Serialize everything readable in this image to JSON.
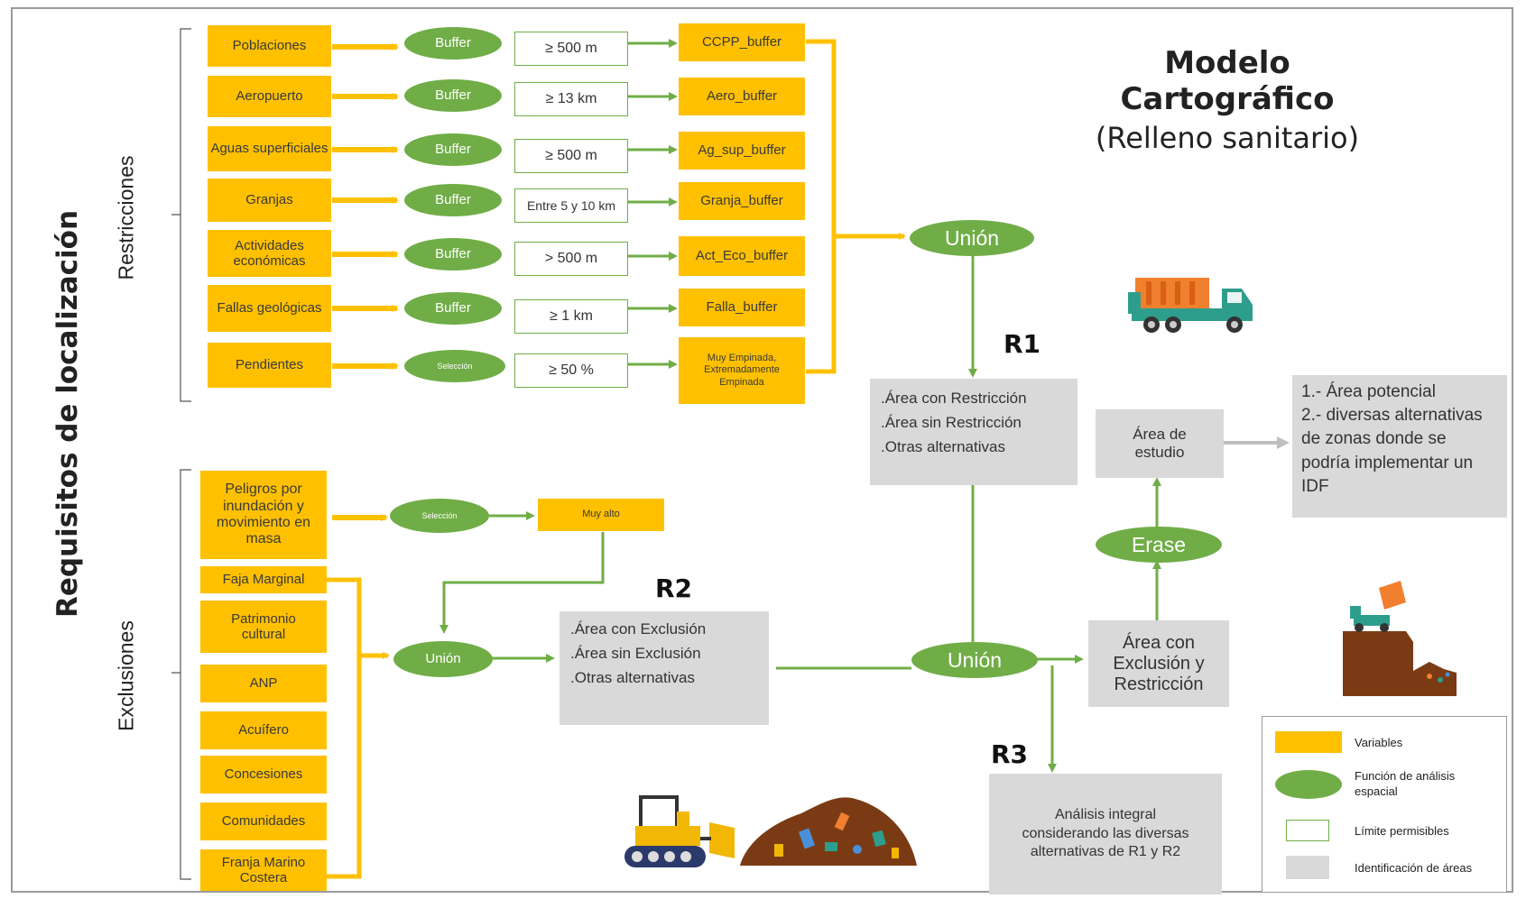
{
  "title": {
    "line1": "Modelo Cartográfico",
    "line2": "(Relleno sanitario)"
  },
  "side": {
    "main": "Requisitos de localización",
    "restricciones": "Restricciones",
    "exclusiones": "Exclusiones"
  },
  "restricciones": [
    {
      "variable": "Poblaciones",
      "function": "Buffer",
      "limit": "≥ 500 m",
      "output": "CCPP_buffer"
    },
    {
      "variable": "Aeropuerto",
      "function": "Buffer",
      "limit": "≥ 13 km",
      "output": "Aero_buffer"
    },
    {
      "variable": "Aguas superficiales",
      "function": "Buffer",
      "limit": "≥ 500 m",
      "output": "Ag_sup_buffer"
    },
    {
      "variable": "Granjas",
      "function": "Buffer",
      "limit": "Entre 5 y 10 km",
      "output": "Granja_buffer"
    },
    {
      "variable": "Actividades económicas",
      "function": "Buffer",
      "limit": "> 500 m",
      "output": "Act_Eco_buffer"
    },
    {
      "variable": "Fallas geológicas",
      "function": "Buffer",
      "limit": "≥ 1 km",
      "output": "Falla_buffer"
    },
    {
      "variable": "Pendientes",
      "function": "Selección",
      "limit": "≥ 50  %",
      "output": "Muy Empinada, Extremadamente Empinada"
    }
  ],
  "exclusiones": {
    "peligros": {
      "variable": "Peligros por inundación y movimiento en masa",
      "function": "Selección",
      "output": "Muy alto"
    },
    "others": [
      "Faja Marginal",
      "Patrimonio cultural",
      "ANP",
      "Acuífero",
      "Concesiones",
      "Comunidades",
      "Franja Marino Costera"
    ]
  },
  "union1": "Unión",
  "union2": "Unión",
  "union3": "Unión",
  "erase": "Erase",
  "r1": {
    "label": "R1",
    "items": [
      ".Área con Restricción",
      ".Área sin Restricción",
      ".Otras alternativas"
    ]
  },
  "r2": {
    "label": "R2",
    "items": [
      ".Área con Exclusión",
      ".Área sin Exclusión",
      ".Otras alternativas"
    ]
  },
  "r3": {
    "label": "R3",
    "text": "Análisis integral considerando las diversas alternativas de R1 y R2"
  },
  "area_exclusion": "Área con Exclusión y Restricción",
  "area_estudio": "Área de estudio",
  "result": {
    "line1": "1.- Área potencial",
    "line2": "2.- diversas alternativas de zonas donde se podría implementar un IDF"
  },
  "legend": [
    {
      "label": "Variables",
      "kind": "variable"
    },
    {
      "label": "Función de análisis espacial",
      "kind": "function"
    },
    {
      "label": "Límite permisibles",
      "kind": "limit"
    },
    {
      "label": "Identificación de áreas",
      "kind": "area"
    }
  ],
  "colors": {
    "variable": "#ffc000",
    "function": "#70ad47",
    "limit_border": "#70ad47",
    "area": "#d9d9d9",
    "result_arrow": "#bfbfbf"
  },
  "icons": [
    "garbage-truck-icon",
    "dump-truck-icon",
    "bulldozer-icon",
    "garbage-pile-icon"
  ]
}
